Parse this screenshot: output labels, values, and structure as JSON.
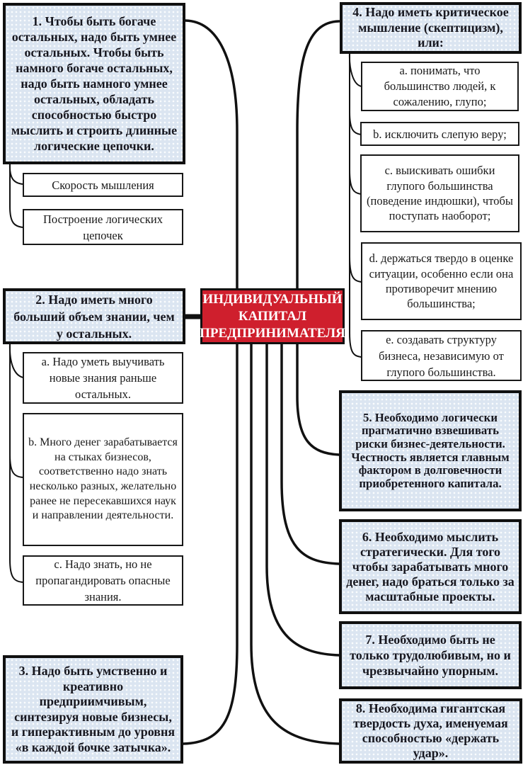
{
  "diagram_title": "ИНДИВИДУАЛЬНЫЙ КАПИТАЛ ПРЕДПРИНИМАТЕЛЯ",
  "colors": {
    "center_red": "#cf1f2d",
    "node_blue": "#dbe5f1",
    "line_black": "#111111",
    "text_dark": "#17171f"
  },
  "center": {
    "label": "ИНДИВИДУАЛЬНЫЙ КАПИТАЛ ПРЕДПРИНИМАТЕЛЯ"
  },
  "nodes": {
    "n1": {
      "label": "1. Чтобы быть богаче остальных, надо быть умнее остальных. Чтобы быть намного богаче остальных, надо быть намного умнее остальных, обладать способностью быстро мыслить и строить длинные логические цепочки."
    },
    "n1a": {
      "label": "Скорость мышления"
    },
    "n1b": {
      "label": "Построение логических цепочек"
    },
    "n2": {
      "label": "2. Надо иметь много больший объем знании, чем у остальных."
    },
    "n2a": {
      "label": "a. Надо уметь выучивать новые знания раньше остальных."
    },
    "n2b": {
      "label": "b. Много денег зарабатывается на стыках бизнесов, соответственно надо знать несколько разных, желательно ранее не пересекавшихся наук и направлении деятельности."
    },
    "n2c": {
      "label": "c. Надо знать, но не пропагандировать опасные знания."
    },
    "n3": {
      "label": "3. Надо быть умственно и креативно предприимчивым, синтезируя новые бизнесы, и гиперактивным до уровня «в каждой бочке затычка»."
    },
    "n4": {
      "label": "4. Надо иметь критическое мышление (скептицизм), или:"
    },
    "n4a": {
      "label": "a. понимать, что большинство людей, к сожалению, глупо;"
    },
    "n4b": {
      "label": "b. исключить слепую веру;"
    },
    "n4c": {
      "label": "c. выискивать ошибки глупого большинства (поведение индюшки), чтобы поступать наоборот;"
    },
    "n4d": {
      "label": "d. держаться твердо в оценке ситуации, особенно если она противоречит мнению большинства;"
    },
    "n4e": {
      "label": "e. создавать структуру бизнеса, независимую от глупого большинства."
    },
    "n5": {
      "label": "5. Необходимо логически прагматично взвешивать риски бизнес-деятельности. Честность является главным фактором в долговечности приобретенного капитала."
    },
    "n6": {
      "label": "6. Необходимо мыслить стратегически. Для того чтобы зарабатывать много денег, надо браться только за масштабные проекты."
    },
    "n7": {
      "label": "7. Необходимо быть не только трудолюбивым, но и чрезвычайно упорным."
    },
    "n8": {
      "label": "8. Необходима гигантская твердость духа, именуемая способностью «держать удар»."
    }
  }
}
